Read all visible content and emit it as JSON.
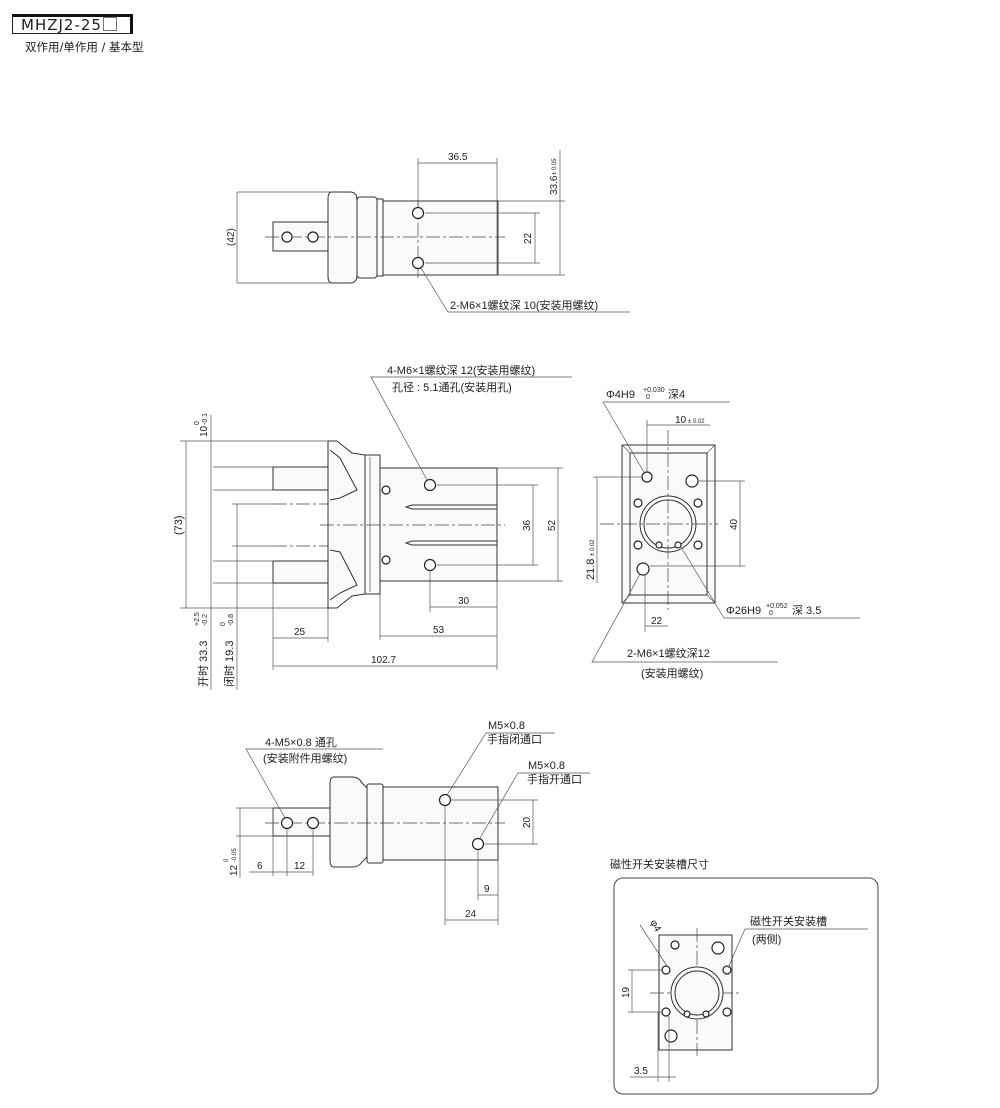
{
  "header": {
    "model": "MHZJ2-25",
    "subtitle": "双作用/单作用 / 基本型"
  },
  "top_view": {
    "dim_width": "36.5",
    "dim_height": "33.6",
    "dim_height_tol": "± 0.05",
    "dim_overall": "(42)",
    "dim_holes": "22",
    "note": "2-M6×1螺纹深 10(安装用螺纹)"
  },
  "side_view": {
    "note_line1": "4-M6×1螺纹深 12(安装用螺纹)",
    "note_line2": "孔径 : 5.1通孔(安装用孔)",
    "dim_10": "10",
    "dim_10_tol_upper": "0",
    "dim_10_tol_lower": "-0.1",
    "dim_overall": "(73)",
    "dim_36": "36",
    "dim_52": "52",
    "dim_30": "30",
    "dim_53": "53",
    "dim_25": "25",
    "dim_length": "102.7",
    "open_label": "开时 33.3",
    "open_tol_upper": "+2.5",
    "open_tol_lower": "-0.2",
    "closed_label": "闭时 19.3",
    "closed_tol_upper": "0",
    "closed_tol_lower": "-0.8"
  },
  "end_view": {
    "pin_note": "Φ4H9",
    "pin_tol_upper": "+0.030",
    "pin_tol_lower": "0",
    "pin_depth": "深4",
    "dim_10": "10",
    "dim_10_tol": "± 0.02",
    "dim_40": "40",
    "dim_21_8": "21.8",
    "dim_21_8_tol": "± 0.02",
    "dim_22": "22",
    "bore_note": "Φ26H9",
    "bore_tol_upper": "+0.052",
    "bore_tol_lower": "0",
    "bore_depth": "深 3.5",
    "thread_note_line1": "2-M6×1螺纹深12",
    "thread_note_line2": "(安装用螺纹)"
  },
  "bottom_view": {
    "mount_note_line1": "4-M5×0.8  通孔",
    "mount_note_line2": "(安装附件用螺纹)",
    "port_close_line1": "M5×0.8",
    "port_close_line2": "手指闭通口",
    "port_open_line1": "M5×0.8",
    "port_open_line2": "手指开通口",
    "dim_12": "12",
    "dim_12_tol_upper": "0",
    "dim_12_tol_lower": "-0.05",
    "dim_6": "6",
    "dim_12b": "12",
    "dim_20": "20",
    "dim_9": "9",
    "dim_24": "24"
  },
  "switch_slot": {
    "title": "磁性开关安装槽尺寸",
    "label_line1": "磁性开关安装槽",
    "label_line2": "(两侧)",
    "dim_phi4": "φ4",
    "dim_19": "19",
    "dim_3_5": "3.5"
  }
}
